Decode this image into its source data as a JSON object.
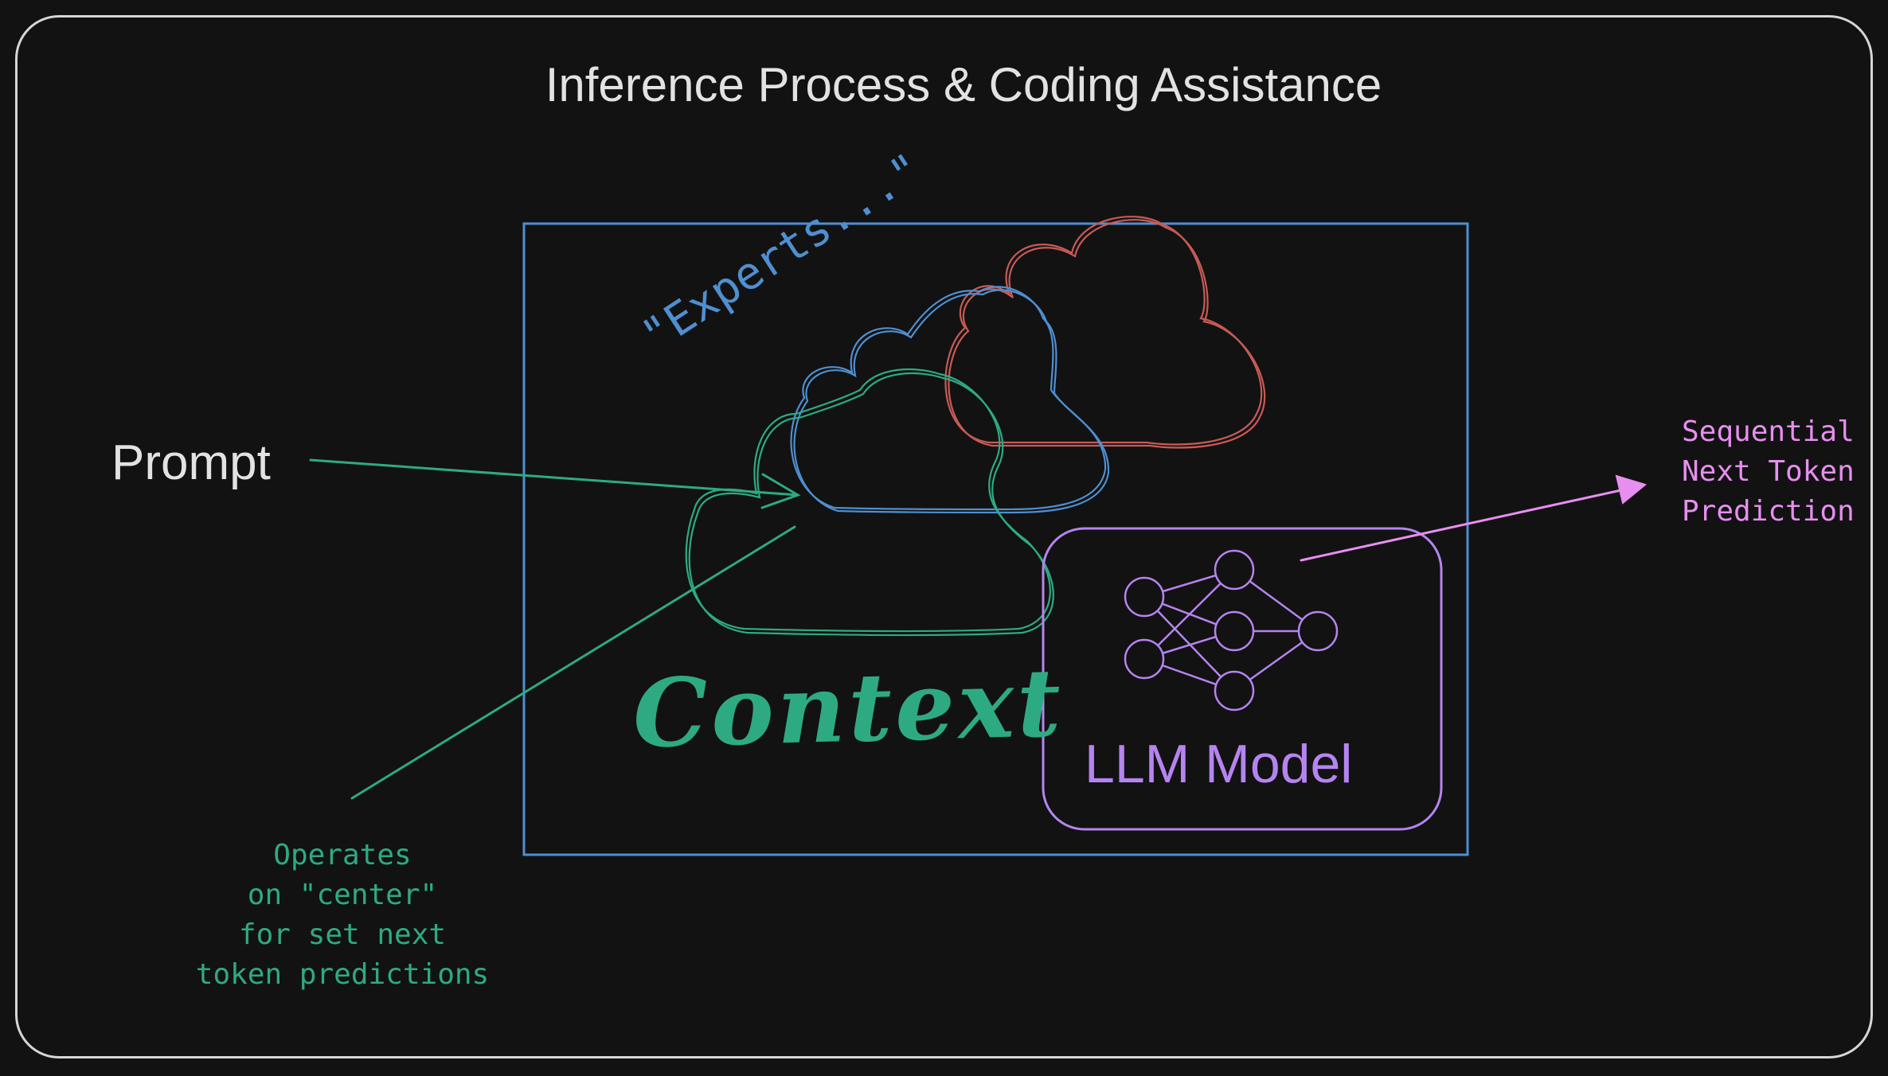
{
  "diagram": {
    "title": "Inference Process & Coding Assistance",
    "prompt_label": "Prompt",
    "experts_label": "\"Experts...\"",
    "context_label": "Context",
    "llm_label": "LLM Model",
    "center_note": "Operates\non \"center\"\nfor set next\ntoken predictions",
    "output_note": "Sequential\nNext Token\nPrediction"
  },
  "colors": {
    "background": "#121212",
    "frame": "#d6d6d6",
    "title": "#e2e2e2",
    "context_box": "#4f8fd1",
    "green": "#2eaa83",
    "blue": "#4f8fd1",
    "red": "#c85a55",
    "purple": "#b584f0",
    "pink": "#e88ef0"
  }
}
